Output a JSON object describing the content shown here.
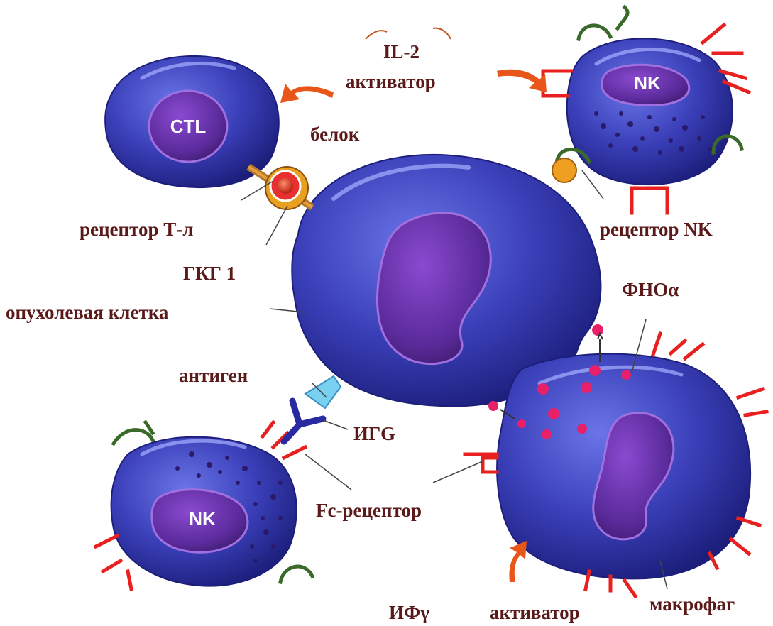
{
  "cells": {
    "ctl": "CTL",
    "nk_top": "NK",
    "nk_bottom": "NK"
  },
  "labels": {
    "il2": "IL-2",
    "activator_top": "активатор",
    "protein": "белок",
    "t_receptor": "рецептор Т-л",
    "nk_receptor": "рецептор NK",
    "mhc1": "ГКГ 1",
    "tumor_cell": "опухолевая клетка",
    "tnf": "ФНОα",
    "antigen": "антиген",
    "igg": "ИГG",
    "fc_receptor": "Fc-рецептор",
    "ifn": "ИФγ",
    "activator_bottom": "активатор",
    "macrophage": "макрофаг"
  },
  "colors": {
    "cell_body": "#3a3fb8",
    "nucleus": "#5a2a9a",
    "label_text": "#5a1a1a",
    "arrow": "#e8561a",
    "receptor_red": "#e82020",
    "receptor_green": "#3a6a2a",
    "tnf_dots": "#e8206a",
    "antigen": "#7ad0f0",
    "igg": "#2a2aa0"
  },
  "icons": [
    "curved-arrow",
    "receptor-bracket",
    "tnf-dot"
  ]
}
